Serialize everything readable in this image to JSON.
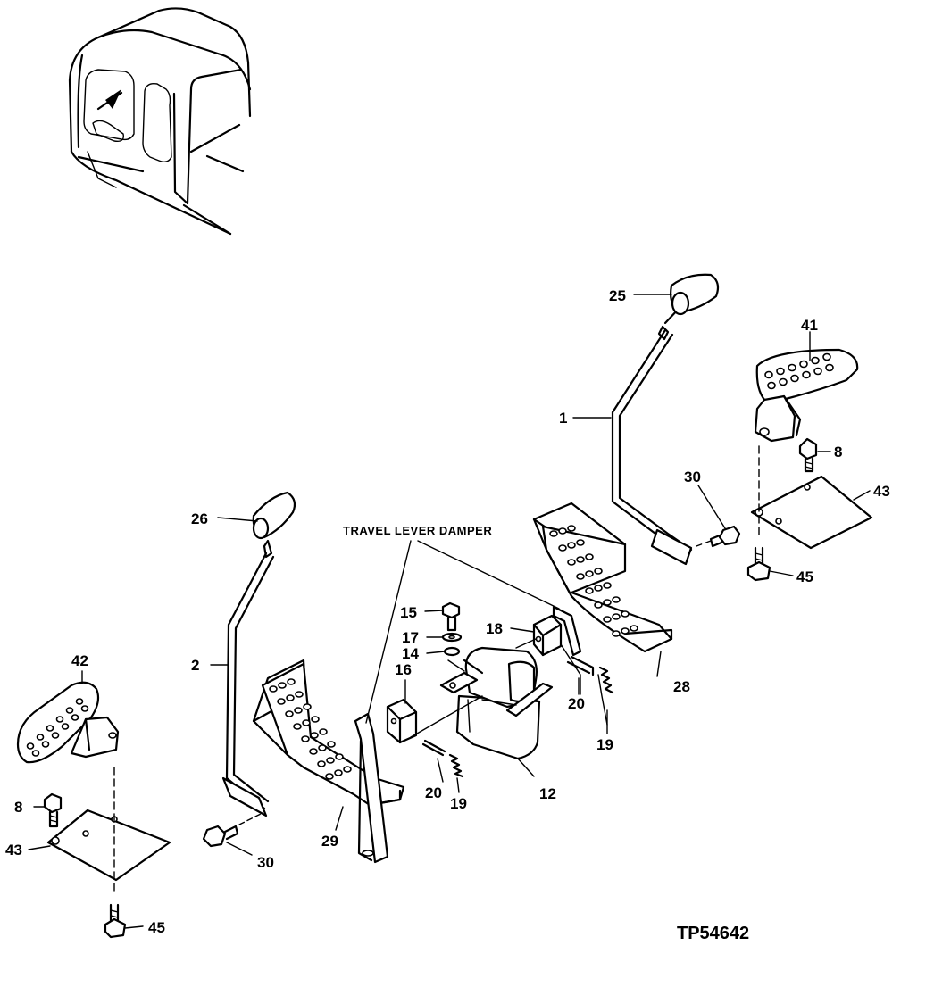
{
  "figure_id": "TP54642",
  "caption": "TRAVEL LEVER DAMPER",
  "callouts": {
    "c1": "1",
    "c2": "2",
    "c8a": "8",
    "c8b": "8",
    "c12": "12",
    "c14": "14",
    "c15": "15",
    "c16": "16",
    "c17": "17",
    "c18": "18",
    "c19a": "19",
    "c19b": "19",
    "c20a": "20",
    "c20b": "20",
    "c25": "25",
    "c26": "26",
    "c28": "28",
    "c29": "29",
    "c30a": "30",
    "c30b": "30",
    "c41": "41",
    "c42": "42",
    "c43a": "43",
    "c43b": "43",
    "c45a": "45",
    "c45b": "45"
  }
}
